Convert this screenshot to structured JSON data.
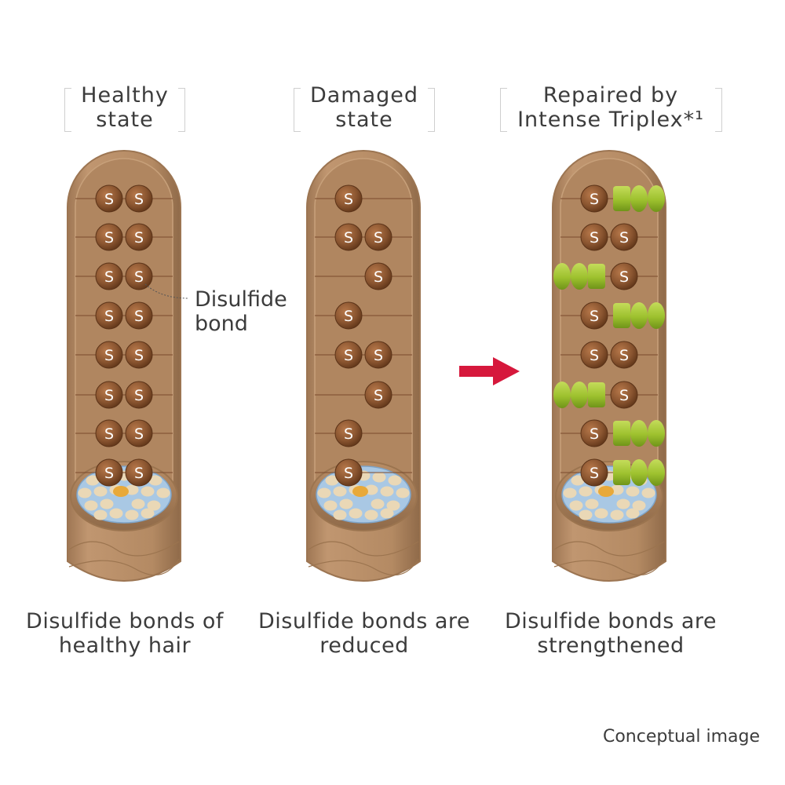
{
  "panels": [
    {
      "id": "healthy",
      "heading": [
        "Healthy",
        "state"
      ],
      "caption": [
        "Disulfide bonds of",
        "healthy hair"
      ],
      "rows": [
        [
          "S",
          "S"
        ],
        [
          "S",
          "S"
        ],
        [
          "S",
          "S"
        ],
        [
          "S",
          "S"
        ],
        [
          "S",
          "S"
        ],
        [
          "S",
          "S"
        ],
        [
          "S",
          "S"
        ],
        [
          "S",
          "S"
        ]
      ]
    },
    {
      "id": "damaged",
      "heading": [
        "Damaged",
        "state"
      ],
      "caption": [
        "Disulfide bonds are",
        "reduced"
      ],
      "rows": [
        [
          "S",
          ""
        ],
        [
          "S",
          "S"
        ],
        [
          "",
          "S"
        ],
        [
          "S",
          ""
        ],
        [
          "S",
          "S"
        ],
        [
          "",
          "S"
        ],
        [
          "S",
          ""
        ],
        [
          "S",
          ""
        ]
      ]
    },
    {
      "id": "repaired",
      "heading": [
        "Repaired by",
        "Intense Triplex*¹"
      ],
      "caption": [
        "Disulfide bonds are",
        "strengthened"
      ],
      "rows": [
        [
          "S",
          "triplex"
        ],
        [
          "S",
          "S"
        ],
        [
          "triplex",
          "S"
        ],
        [
          "S",
          "triplex"
        ],
        [
          "S",
          "S"
        ],
        [
          "triplex",
          "S"
        ],
        [
          "S",
          "triplex"
        ],
        [
          "S",
          "triplex"
        ]
      ]
    }
  ],
  "bond_symbol": "S",
  "callout": [
    "Disulfide",
    "bond"
  ],
  "note": "Conceptual image",
  "arrow_icon": "right-arrow-icon",
  "colors": {
    "hair": "#b48a63",
    "hair_edge": "#9c7552",
    "bond_ball": "#8a5530",
    "arrow": "#d6183c",
    "triplex": "#9dc12e",
    "cortex": "#a9c8e4",
    "medulla": "#e8a93a"
  }
}
